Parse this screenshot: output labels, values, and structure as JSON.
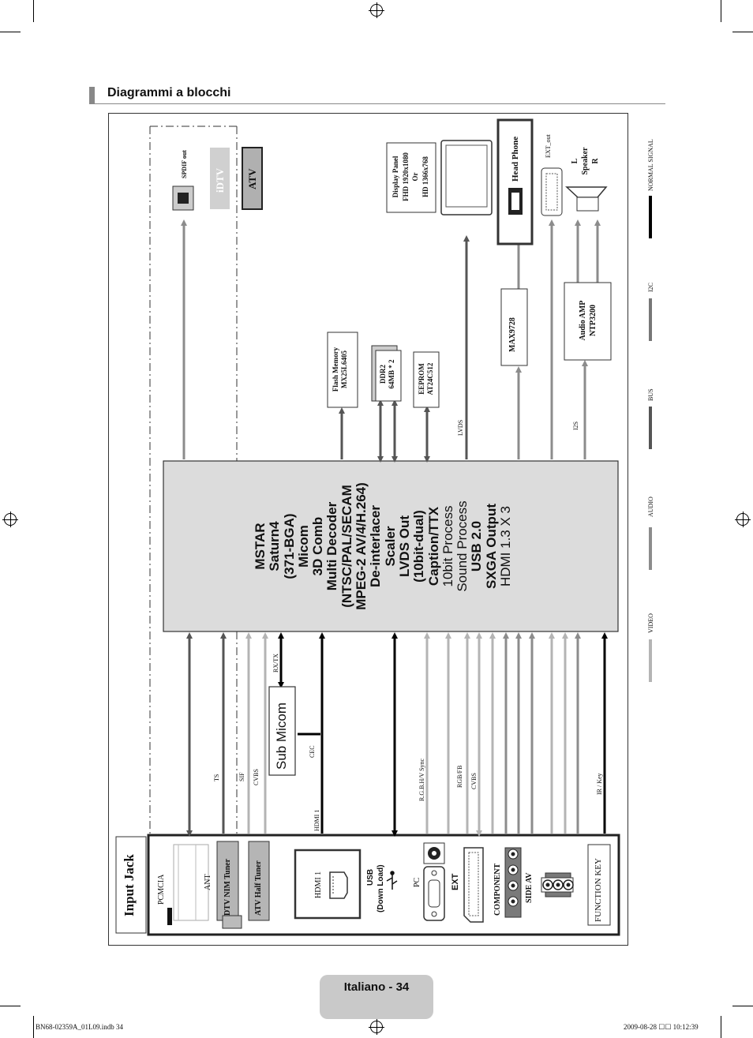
{
  "header": {
    "title": "Diagrammi a blocchi"
  },
  "footer": {
    "page_label": "Italiano - 34",
    "file_info": "BN68-02359A_01L09.indb   34",
    "date_info": "2009-08-28   ☐☐ 10:12:39"
  },
  "diagram": {
    "input_jack": "Input Jack",
    "inputs": {
      "pcmcia": "PCMCIA",
      "ant": "ANT",
      "dtv_tuner": "DTV NIM Tuner",
      "atv_tuner": "ATV Half Tuner",
      "hdmi1": "HDMI 1",
      "usb": "USB",
      "usb_sub": "(Down Load)",
      "pc": "PC",
      "ext": "EXT",
      "component": "COMPONENT",
      "side_av": "SIDE AV",
      "function_key": "FUNCTION KEY"
    },
    "signals": {
      "ts": "TS",
      "sif": "SIF",
      "cvbs1": "CVBS",
      "rxtx": "RX/TX",
      "cec": "CEC",
      "hdmi1": "HDMI 1",
      "rgb_sync": "R.G.B.H/V Sync",
      "rgb_fb": "RGB/FB",
      "cvbs2": "CVBS",
      "ir_key": "IR / Key",
      "lvds": "LVDS",
      "i2s": "I2S"
    },
    "sub_micom": "Sub Micom",
    "main_chip": {
      "lines": [
        "MSTAR",
        "Saturn4",
        "(371-BGA)",
        "Micom",
        "3D Comb",
        "Multi Decoder",
        "(NTSC/PAL/SECAM",
        "MPEG-2 AV/4/H.264)",
        "De-interlacer",
        "Scaler",
        "LVDS Out",
        "(10bit-dual)",
        "Caption/TTX",
        "10bit Process",
        "Sound Process",
        "USB 2.0",
        "SXGA Output",
        "HDMI 1.3 X 3"
      ]
    },
    "memory": {
      "flash": [
        "Flash Memory",
        "MX25L6405"
      ],
      "ddr2": [
        "DDR2",
        "64MB * 2"
      ],
      "eeprom": [
        "EEPROM",
        "AT24C512"
      ]
    },
    "outputs": {
      "spdif": "SPDIF out",
      "idtv": "iDTV",
      "atv": "ATV",
      "display_panel": [
        "Display Panel",
        "FHD 1920x1080",
        "Or",
        "HD 1366x768"
      ],
      "head_phone": "Head Phone",
      "ext_out": "EXT_out",
      "speaker": [
        "L",
        "Speaker",
        "R"
      ],
      "max9728": "MAX9728",
      "audio_amp": [
        "Audio AMP",
        "NTP3200"
      ]
    },
    "legend": [
      "NORMAL SIGNAL",
      "I2C",
      "BUS",
      "AUDIO",
      "VIDEO"
    ],
    "colors": {
      "chip_fill": "#dcdcdc",
      "video_line": "#b4b4b4",
      "audio_line": "#8c8c8c",
      "bus_line": "#555555",
      "normal_line": "#000000",
      "legend_i2c": "#777777"
    }
  }
}
